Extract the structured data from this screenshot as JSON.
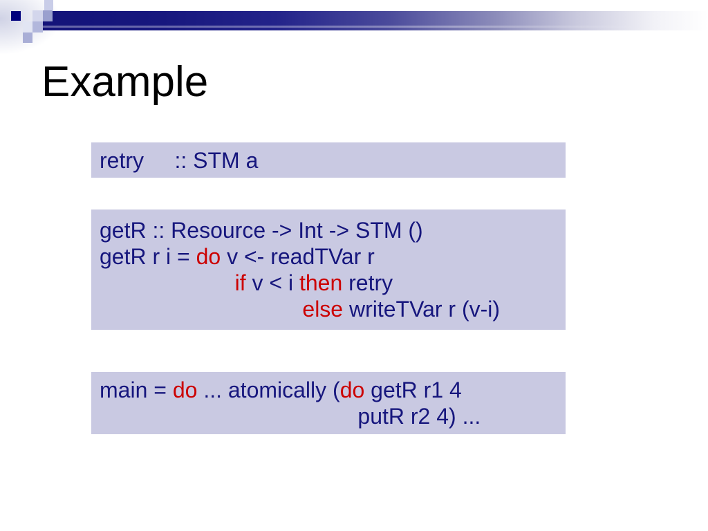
{
  "slide": {
    "title": "Example"
  },
  "colors": {
    "code_navy": "#16167d",
    "keyword_red": "#cc0000",
    "box_bg": "#c9c9e2",
    "bar_navy": "#131379",
    "title_color": "#000000"
  },
  "code_boxes": [
    {
      "id": "retry-signature",
      "lines": [
        [
          {
            "t": "retry     :: STM a",
            "kw": false
          }
        ]
      ]
    },
    {
      "id": "getR-definition",
      "lines": [
        [
          {
            "t": "getR :: Resource -> Int -> STM ()",
            "kw": false
          }
        ],
        [
          {
            "t": "getR r i = ",
            "kw": false
          },
          {
            "t": "do",
            "kw": true
          },
          {
            "t": " v <- readTVar r",
            "kw": false
          }
        ],
        [
          {
            "t": "                      ",
            "kw": false
          },
          {
            "t": "if",
            "kw": true
          },
          {
            "t": " v < i ",
            "kw": false
          },
          {
            "t": "then",
            "kw": true
          },
          {
            "t": " retry",
            "kw": false
          }
        ],
        [
          {
            "t": "                                 ",
            "kw": false
          },
          {
            "t": "else",
            "kw": true
          },
          {
            "t": " writeTVar r (v-i)",
            "kw": false
          }
        ]
      ]
    },
    {
      "id": "main-definition",
      "lines": [
        [
          {
            "t": "main = ",
            "kw": false
          },
          {
            "t": "do",
            "kw": true
          },
          {
            "t": " ... atomically (",
            "kw": false
          },
          {
            "t": "do",
            "kw": true
          },
          {
            "t": " getR r1 4",
            "kw": false
          }
        ],
        [
          {
            "t": "                                          putR r2 4) ...",
            "kw": false
          }
        ]
      ]
    }
  ]
}
